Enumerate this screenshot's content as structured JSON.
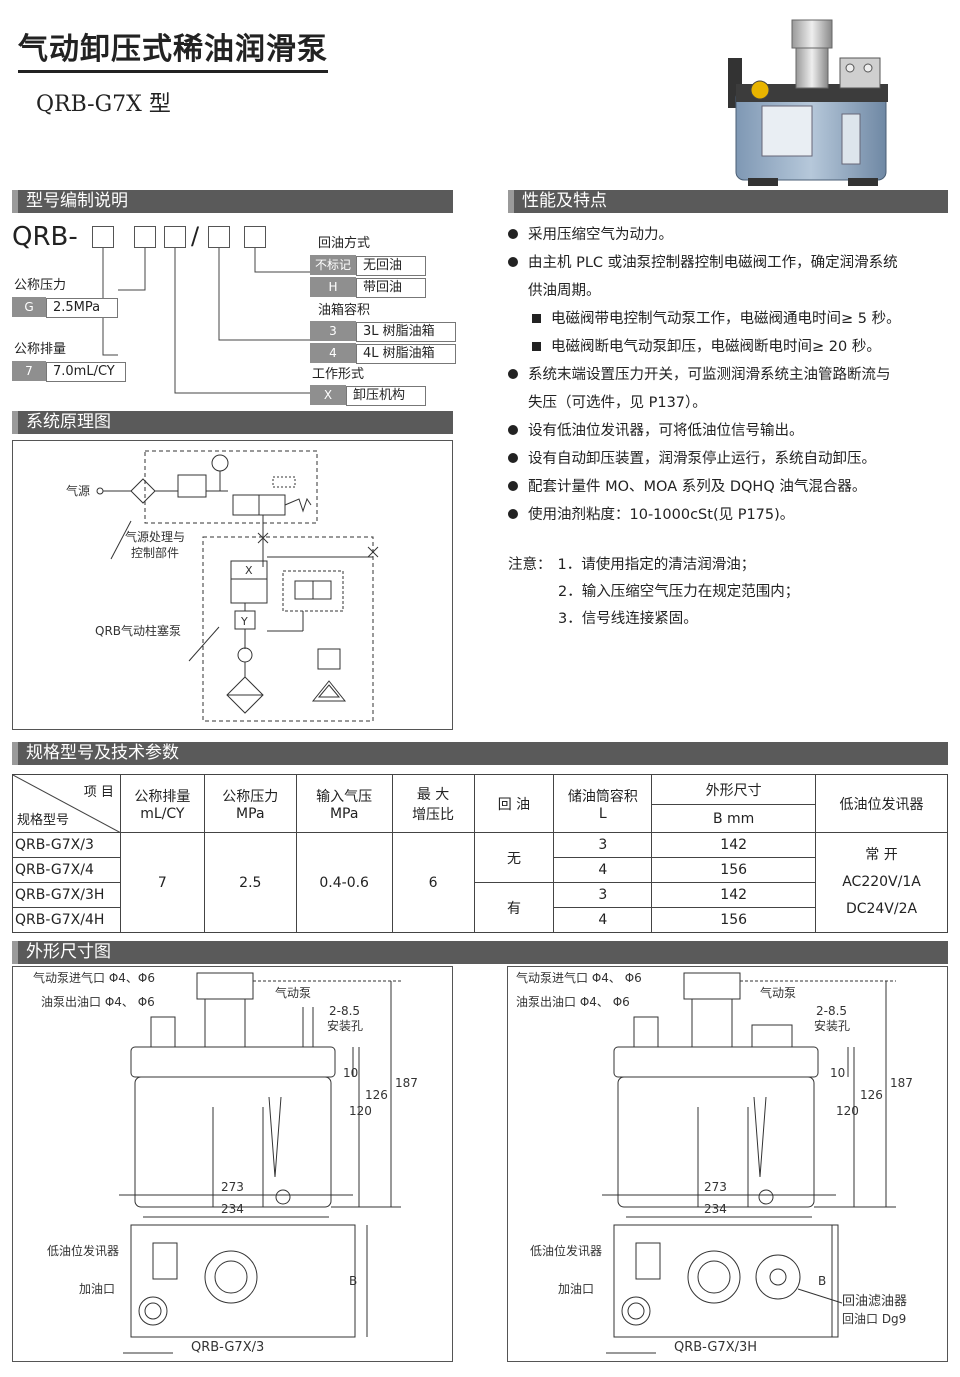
{
  "title": "气动卸压式稀油润滑泵",
  "subtitle": "QRB-G7X 型",
  "sections": {
    "model_code": "型号编制说明",
    "features": "性能及特点",
    "principle": "系统原理图",
    "specs": "规格型号及技术参数",
    "dimensions": "外形尺寸图"
  },
  "model_code": {
    "prefix": "QRB-",
    "slash": "/",
    "return_oil": {
      "label": "回油方式",
      "rows": [
        {
          "tag": "不标记",
          "val": "无回油"
        },
        {
          "tag": "H",
          "val": "带回油"
        }
      ]
    },
    "tank": {
      "label": "油箱容积",
      "rows": [
        {
          "tag": "3",
          "val": "3L 树脂油箱"
        },
        {
          "tag": "4",
          "val": "4L 树脂油箱"
        }
      ]
    },
    "work": {
      "label": "工作形式",
      "rows": [
        {
          "tag": "X",
          "val": "卸压机构"
        }
      ]
    },
    "pressure": {
      "label": "公称压力",
      "tag": "G",
      "val": "2.5MPa"
    },
    "displacement": {
      "label": "公称排量",
      "tag": "7",
      "val": "7.0mL/CY"
    }
  },
  "features": [
    {
      "type": "dot",
      "text": "采用压缩空气为动力。"
    },
    {
      "type": "dot",
      "text": "由主机 PLC 或油泵控制器控制电磁阀工作，确定润滑系统"
    },
    {
      "type": "cont",
      "text": "供油周期。"
    },
    {
      "type": "sq",
      "text": "电磁阀带电控制气动泵工作，电磁阀通电时间≥ 5 秒。"
    },
    {
      "type": "sq",
      "text": "电磁阀断电气动泵卸压，电磁阀断电时间≥ 20 秒。"
    },
    {
      "type": "dot",
      "text": "系统末端设置压力开关，可监测润滑系统主油管路断流与"
    },
    {
      "type": "cont",
      "text": "失压（可选件，见 P137）。"
    },
    {
      "type": "dot",
      "text": "设有低油位发讯器，可将低油位信号输出。"
    },
    {
      "type": "dot",
      "text": "设有自动卸压装置，润滑泵停止运行，系统自动卸压。"
    },
    {
      "type": "dot",
      "text": "配套计量件 MO、MOA 系列及 DQHQ 油气混合器。"
    },
    {
      "type": "dot",
      "text": "使用油剂粘度：10-1000cSt(见 P175)。"
    }
  ],
  "notes": {
    "label": "注意：",
    "items": [
      "1．请使用指定的清洁润滑油；",
      "2．输入压缩空气压力在规定范围内；",
      "3．信号线连接紧固。"
    ]
  },
  "principle": {
    "air_source": "气源",
    "air_unit": [
      "气源处理与",
      "控制部件"
    ],
    "pump": "QRB气动柱塞泵",
    "x": "X",
    "y": "Y"
  },
  "spec_table": {
    "h_item": "项  目",
    "h_model": "规格型号",
    "h_disp": [
      "公称排量",
      "mL/CY"
    ],
    "h_press": [
      "公称压力",
      "MPa"
    ],
    "h_air": [
      "输入气压",
      "MPa"
    ],
    "h_ratio": [
      "最    大",
      "增压比"
    ],
    "h_return": "回 油",
    "h_tank": [
      "储油筒容积",
      "L"
    ],
    "h_dim": [
      "外形尺寸",
      "B mm"
    ],
    "h_level": "低油位发讯器",
    "models": [
      "QRB-G7X/3",
      "QRB-G7X/4",
      "QRB-G7X/3H",
      "QRB-G7X/4H"
    ],
    "disp": "7",
    "press": "2.5",
    "air": "0.4-0.6",
    "ratio": "6",
    "return_no": "无",
    "return_yes": "有",
    "tanks": [
      "3",
      "4",
      "3",
      "4"
    ],
    "dims": [
      "142",
      "156",
      "142",
      "156"
    ],
    "level": [
      "常 开",
      "AC220V/1A",
      "DC24V/2A"
    ]
  },
  "drawing_left": {
    "air_inlet": "气动泵进气口 Φ4、Φ6",
    "oil_outlet": "油泵出油口 Φ4、 Φ6",
    "air_pump": "气动泵",
    "mount": [
      "2-8.5",
      "安装孔"
    ],
    "d10": "10",
    "d120": "120",
    "d126": "126",
    "d187": "187",
    "d273": "273",
    "d234": "234",
    "dB": "B",
    "low_level": "低油位发讯器",
    "fill": "加油口",
    "caption": "QRB-G7X/3"
  },
  "drawing_right": {
    "air_inlet": "气动泵进气口 Φ4、 Φ6",
    "oil_outlet": "油泵出油口 Φ4、 Φ6",
    "air_pump": "气动泵",
    "mount": [
      "2-8.5",
      "安装孔"
    ],
    "d10": "10",
    "d120": "120",
    "d126": "126",
    "d187": "187",
    "d273": "273",
    "d234": "234",
    "dB": "B",
    "low_level": "低油位发讯器",
    "fill": "加油口",
    "filter": "回油滤油器",
    "return_port": "回油口 Dg9",
    "caption": "QRB-G7X/3H"
  }
}
